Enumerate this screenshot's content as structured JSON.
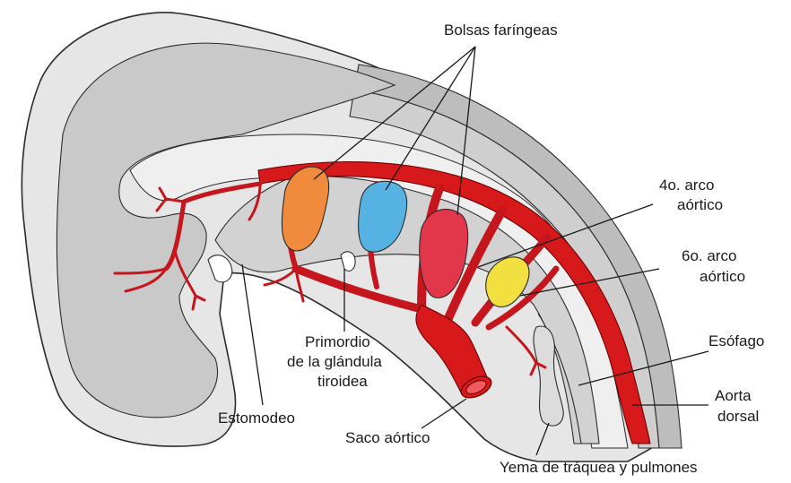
{
  "labels": {
    "bolsas": "Bolsas faríngeas",
    "arco4_l1": "4o. arco",
    "arco4_l2": "aórtico",
    "arco6_l1": "6o. arco",
    "arco6_l2": "aórtico",
    "esofago": "Esófago",
    "aorta_l1": "Aorta",
    "aorta_l2": "dorsal",
    "primordio_l1": "Primordio",
    "primordio_l2": "de la glándula",
    "primordio_l3": "tiroidea",
    "estomodeo": "Estomodeo",
    "saco": "Saco aórtico",
    "yema": "Yema de tráquea y pulmones"
  },
  "colors": {
    "pouch_1": "#f08a3c",
    "pouch_2": "#55b2e2",
    "pouch_3": "#e2364a",
    "pouch_4": "#f2e040",
    "vessel": "#d7191c",
    "tissue_light": "#e8e8e8",
    "tissue_mid": "#c9c9c9",
    "tissue_dark": "#bdbdbd"
  }
}
